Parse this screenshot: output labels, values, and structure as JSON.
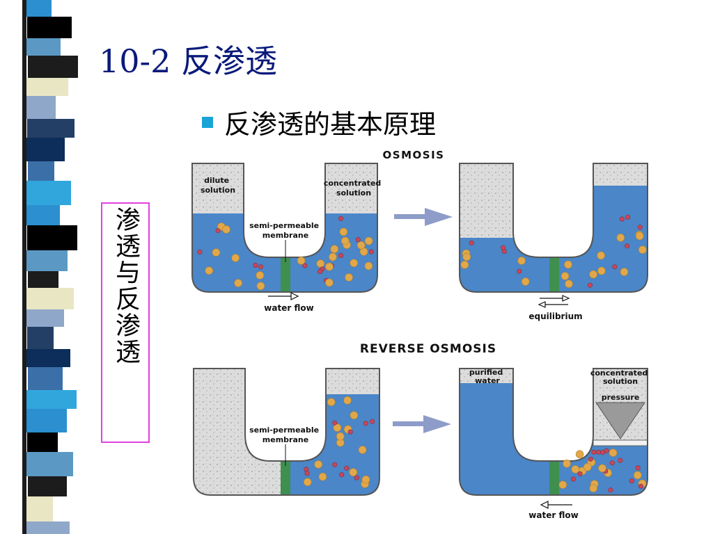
{
  "slide": {
    "title": "10-2 反渗透",
    "bullet": "反渗透的基本原理",
    "side_label": "渗透与反渗透"
  },
  "diagram": {
    "osmosis": {
      "heading": "OSMOSIS",
      "dilute_label": [
        "dilute",
        "solution"
      ],
      "concentrated_label": [
        "concentrated",
        "solution"
      ],
      "membrane_label": [
        "semi-permeable",
        "membrane"
      ],
      "water_flow_label": "water flow",
      "equilibrium_label": "equilibrium"
    },
    "reverse_osmosis": {
      "heading": "REVERSE OSMOSIS",
      "membrane_label": [
        "semi-permeable",
        "membrane"
      ],
      "purified_label": [
        "purified",
        "water"
      ],
      "concentrated_label": [
        "concentrated",
        "solution"
      ],
      "pressure_label": "pressure",
      "water_flow_label": "water flow"
    }
  },
  "colors": {
    "title": "#0a1a7a",
    "bullet": "#1aa3d6",
    "side_box_border": "#e040e0",
    "water": "#4a86c8",
    "membrane": "#3f8f4f",
    "arrow": "#8d9cc8",
    "sidebar_stripes": [
      "#2b8fd0",
      "#0d2d5a",
      "#e9e6c4",
      "#000000",
      "#3b6fa8",
      "#8fa7c9",
      "#5b99c4",
      "#30a6dd",
      "#233f66",
      "#1c1c1c"
    ]
  }
}
